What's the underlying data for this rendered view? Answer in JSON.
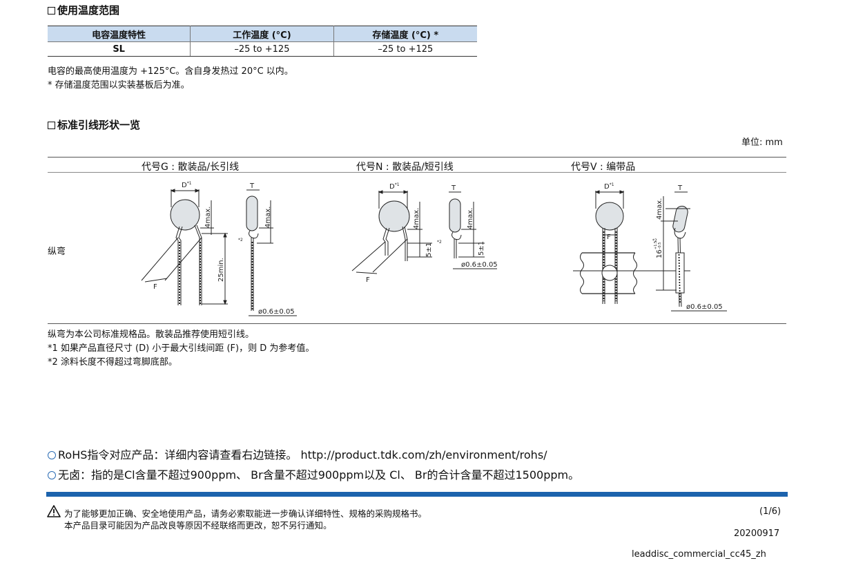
{
  "section1": {
    "title": "使用温度范围",
    "table": {
      "headers": [
        "电容温度特性",
        "工作温度 (°C)",
        "存储温度 (°C) *"
      ],
      "rows": [
        [
          "SL",
          "–25 to +125",
          "–25 to +125"
        ]
      ]
    },
    "notes": [
      "电容的最高使用温度为 +125°C。含自身发热过 20°C 以内。",
      "* 存储温度范围以实装基板后为准。"
    ]
  },
  "section2": {
    "title": "标准引线形状一览",
    "unit": "单位: mm",
    "codes": [
      "代号G : 散装品/长引线",
      "代号N : 散装品/短引线",
      "代号V : 编带品"
    ],
    "row_label": "纵弯",
    "diagram_labels": {
      "D": "D",
      "star1": "*1",
      "star2": "*2",
      "T": "T",
      "F": "F",
      "max4": "4max.",
      "min25": "25min.",
      "dia": "ø0.6±0.05",
      "pm5": "5±1",
      "pm16": "16",
      "plus": "+1.5",
      "minus": "–0.5"
    },
    "notes": [
      "纵弯为本公司标准规格品。散装品推荐使用短引线。",
      "*1 如果产品直径尺寸 (D) 小于最大引线间距 (F)，则 D 为参考值。",
      "*2 涂料长度不得超过弯脚底部。"
    ]
  },
  "footer": {
    "rohs": "RoHS指令对应产品：详细内容请查看右边链接。 http://product.tdk.com/zh/environment/rohs/",
    "halogen": "无卤：指的是Cl含量不超过900ppm、 Br含量不超过900ppm以及 Cl、 Br的合计含量不超过1500ppm。",
    "warning1": "为了能够更加正确、安全地使用产品，请务必索取能进一步确认详细特性、规格的采购规格书。",
    "warning2": "本产品目录可能因为产品改良等原因不经联络而更改，恕不另行通知。",
    "page": "(1/6)",
    "date": "20200917",
    "doc_id": "leaddisc_commercial_cc45_zh"
  },
  "colors": {
    "header_fill": "#c9dbef",
    "bar": "#1c63ad",
    "circle": "#2c6db5"
  }
}
